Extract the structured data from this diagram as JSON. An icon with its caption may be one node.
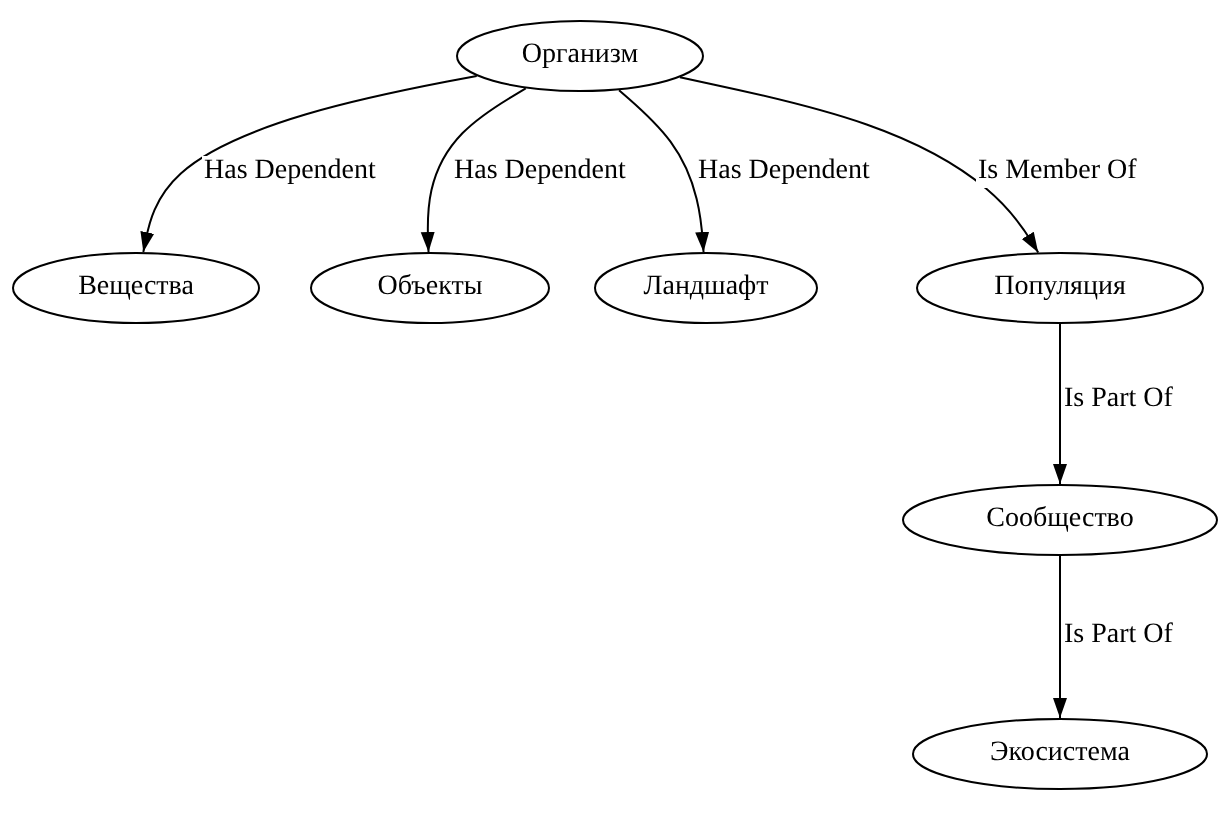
{
  "diagram": {
    "nodes": [
      {
        "text": [
          "Организм"
        ]
      },
      {
        "text": [
          "Вещества"
        ]
      },
      {
        "text": [
          "Объекты"
        ]
      },
      {
        "text": [
          "Ландшафт"
        ]
      },
      {
        "text": [
          "Популяция"
        ]
      },
      {
        "text": [
          "Сообщество"
        ]
      },
      {
        "text": [
          "Экосистема"
        ]
      }
    ],
    "edges": [
      {
        "from": 0,
        "to": 1,
        "arrow": "to",
        "label": "Has Dependent"
      },
      {
        "from": 0,
        "to": 2,
        "arrow": "to",
        "label": "Has Dependent"
      },
      {
        "from": 0,
        "to": 3,
        "arrow": "to",
        "label": "Has Dependent"
      },
      {
        "from": 0,
        "to": 4,
        "arrow": "to",
        "label": "Is Member Of"
      },
      {
        "from": 4,
        "to": 5,
        "arrow": "to",
        "label": "Is Part Of"
      },
      {
        "from": 5,
        "to": 6,
        "arrow": "to",
        "label": "Is Part Of"
      }
    ]
  }
}
